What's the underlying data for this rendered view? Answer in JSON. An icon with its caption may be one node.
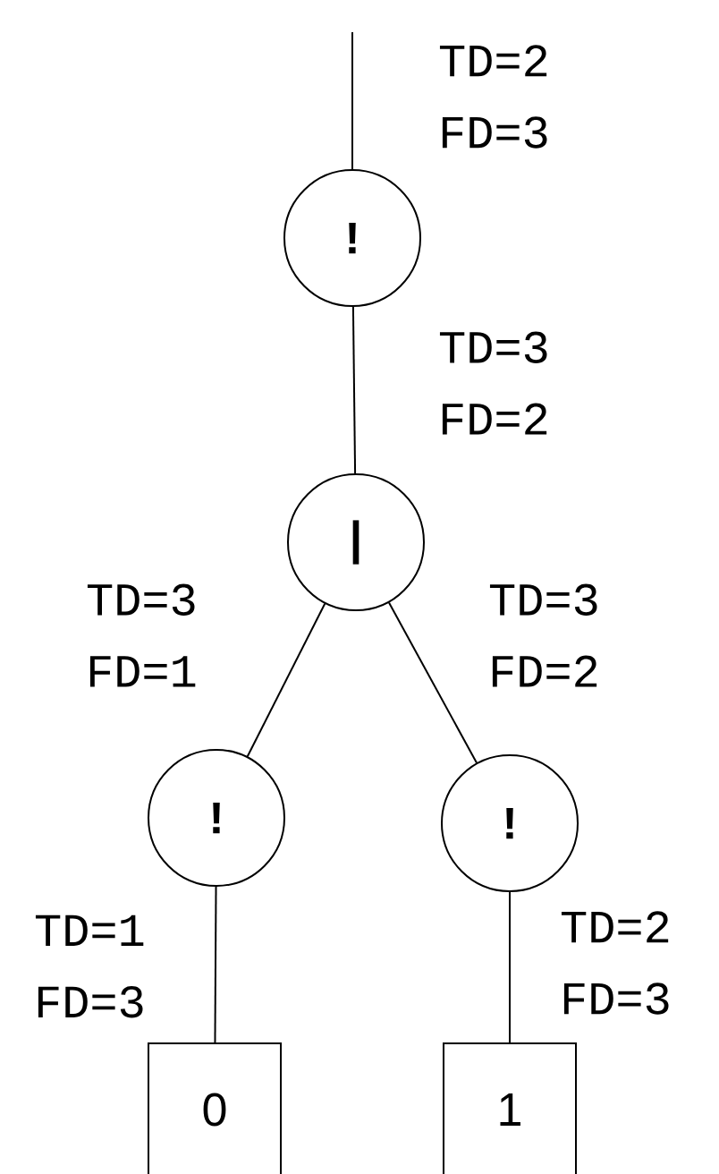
{
  "diagram": {
    "nodes": [
      {
        "text": [
          "!"
        ]
      },
      {
        "text": [
          "|"
        ]
      },
      {
        "text": [
          "!"
        ]
      },
      {
        "text": [
          "!"
        ]
      },
      {
        "text": [
          "0"
        ]
      },
      {
        "text": [
          "1"
        ]
      }
    ],
    "edges": [
      {
        "from": null,
        "to": 0,
        "arrow": "none",
        "label": "TD=2 FD=3"
      },
      {
        "from": 0,
        "to": 1,
        "arrow": "none",
        "label": "TD=3 FD=2"
      },
      {
        "from": 1,
        "to": 2,
        "arrow": "none",
        "label": "TD=3 FD=1"
      },
      {
        "from": 1,
        "to": 3,
        "arrow": "none",
        "label": "TD=3 FD=2"
      },
      {
        "from": 2,
        "to": 4,
        "arrow": "none",
        "label": "TD=1 FD=3"
      },
      {
        "from": 3,
        "to": 5,
        "arrow": "none",
        "label": "TD=2 FD=3"
      }
    ]
  }
}
